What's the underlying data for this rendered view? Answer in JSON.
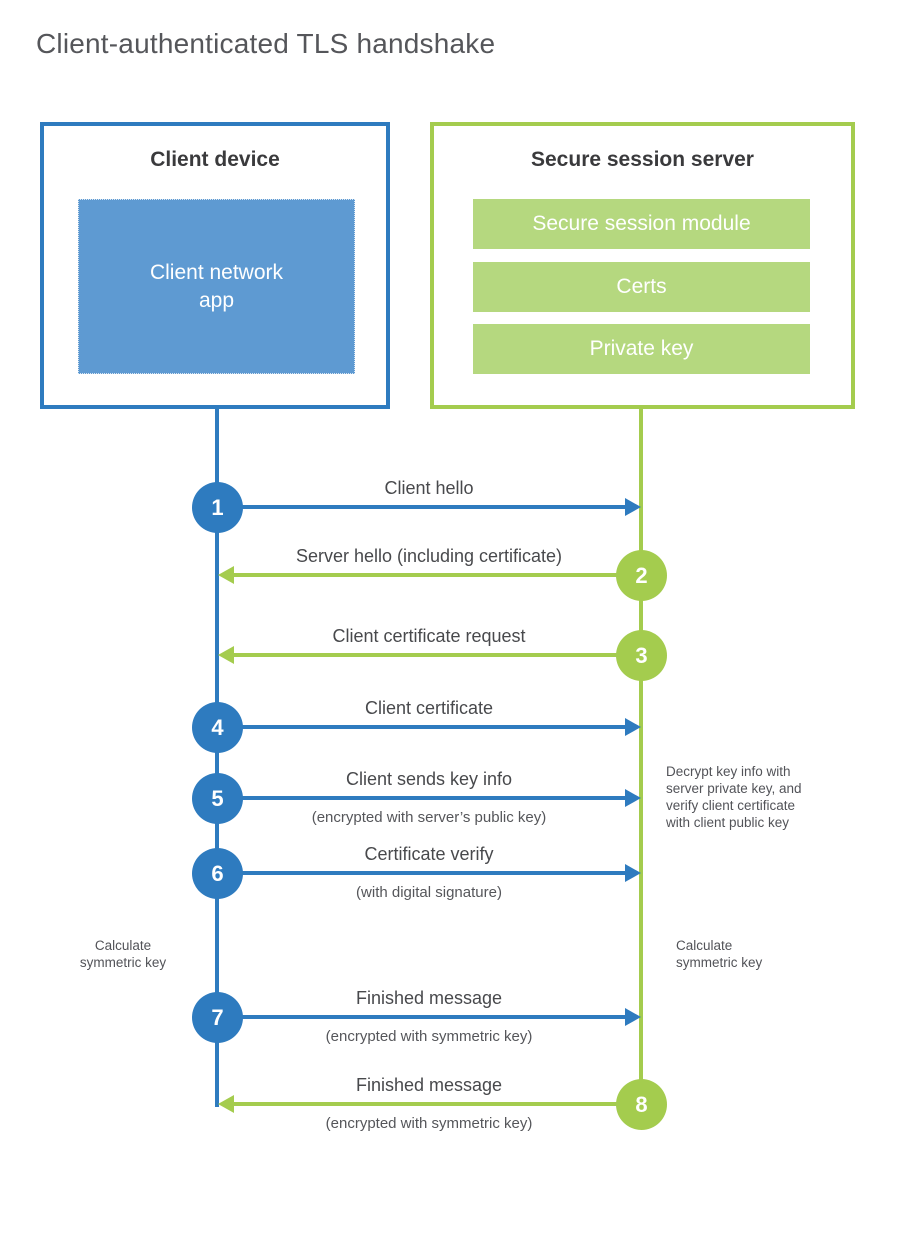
{
  "title": "Client-authenticated TLS handshake",
  "colors": {
    "blue_line": "#2e7bbf",
    "blue_fill": "#5e9ad2",
    "green_line": "#a4cc4e",
    "green_fill": "#b5d87f",
    "heading_text": "#3a3a3c",
    "label_text": "#48494c"
  },
  "client_box": {
    "title": "Client device",
    "app_label": "Client network\napp"
  },
  "server_box": {
    "title": "Secure session server",
    "modules": [
      "Secure session module",
      "Certs",
      "Private key"
    ]
  },
  "steps": [
    {
      "num": "1",
      "from": "client",
      "to": "server",
      "label": "Client hello"
    },
    {
      "num": "2",
      "from": "server",
      "to": "client",
      "label": "Server hello (including certificate)"
    },
    {
      "num": "3",
      "from": "server",
      "to": "client",
      "label": "Client certificate request"
    },
    {
      "num": "4",
      "from": "client",
      "to": "server",
      "label": "Client certificate"
    },
    {
      "num": "5",
      "from": "client",
      "to": "server",
      "label": "Client sends key info",
      "sub": "(encrypted with server’s public key)"
    },
    {
      "num": "6",
      "from": "client",
      "to": "server",
      "label": "Certificate verify",
      "sub": "(with digital signature)"
    },
    {
      "num": "7",
      "from": "client",
      "to": "server",
      "label": "Finished message",
      "sub": "(encrypted with symmetric key)"
    },
    {
      "num": "8",
      "from": "server",
      "to": "client",
      "label": "Finished message",
      "sub": "(encrypted with symmetric key)"
    }
  ],
  "annotations": {
    "decrypt_note": "Decrypt key info with\nserver private key, and\nverify client certificate\nwith client public key",
    "calc_left": "Calculate\nsymmetric key",
    "calc_right": "Calculate\nsymmetric key"
  }
}
